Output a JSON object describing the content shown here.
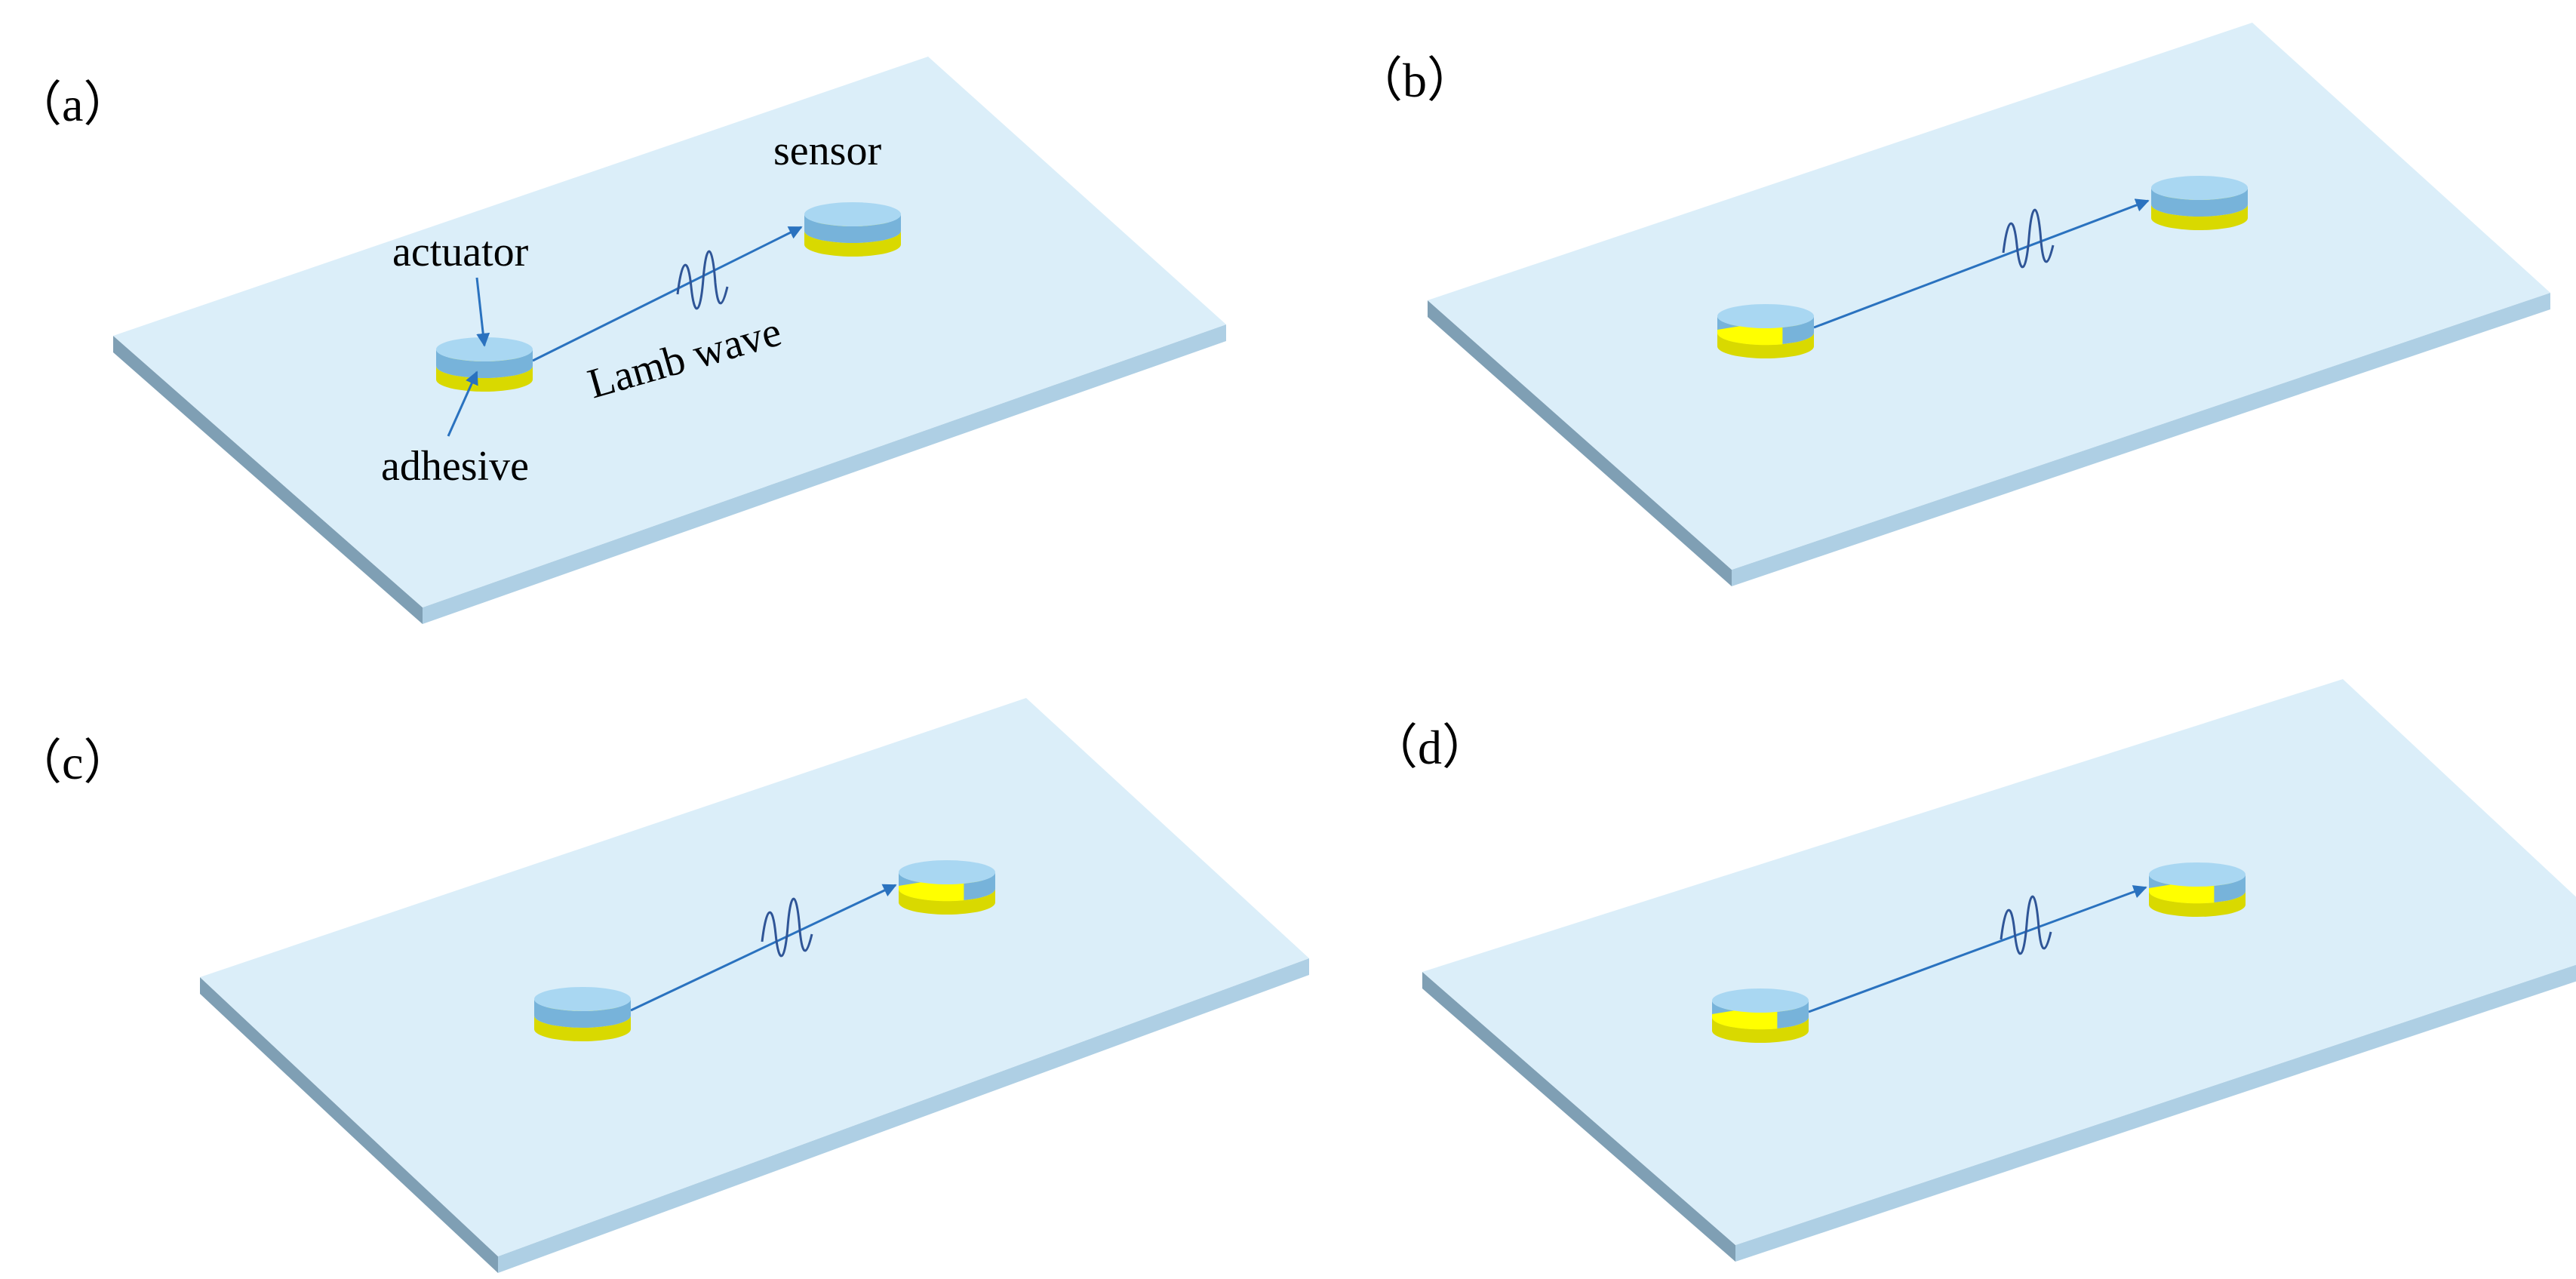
{
  "colors": {
    "plate_top": "#dbeef9",
    "plate_front": "#aecfe4",
    "plate_side": "#7f9fb4",
    "disk_blue_top": "#a9d7f2",
    "disk_blue_side": "#77b3da",
    "disk_yellow": "#ffff00",
    "disk_yellow_side": "#d9d900",
    "arrow": "#2a72bf",
    "wave": "#2f5597"
  },
  "panels": [
    {
      "label": "（a）",
      "actuator_condition": "intact",
      "sensor_condition": "intact",
      "annotations": {
        "actuator": "actuator",
        "adhesive": "adhesive",
        "sensor": "sensor",
        "wave": "Lamb wave"
      }
    },
    {
      "label": "（b）",
      "actuator_condition": "damaged",
      "sensor_condition": "intact"
    },
    {
      "label": "（c）",
      "actuator_condition": "intact",
      "sensor_condition": "damaged"
    },
    {
      "label": "（d）",
      "actuator_condition": "damaged",
      "sensor_condition": "damaged"
    }
  ]
}
